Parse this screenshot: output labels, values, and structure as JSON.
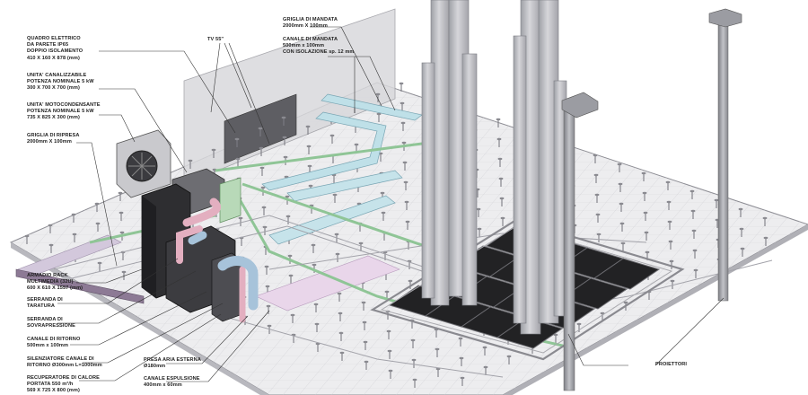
{
  "labels": {
    "quadro": [
      "QUADRO ELETTRICO",
      "DA PARETE IP65",
      "DOPPIO ISOLAMENTO",
      "410 X 160 X 878 (mm)"
    ],
    "unita_canal": [
      "UNITA' CANALIZZABILE",
      "POTENZA NOMINALE 5 kW",
      "300 X 700 X 700 (mm)"
    ],
    "unita_moto": [
      "UNITA' MOTOCONDENSANTE",
      "POTENZA NOMINALE 5 kW",
      "735 X 825 X 300 (mm)"
    ],
    "griglia_ripresa": [
      "GRIGLIA DI RIPRESA",
      "2000mm X 100mm"
    ],
    "tv": "TV 55\"",
    "griglia_mandata": [
      "GRIGLIA DI MANDATA",
      "2000mm X 100mm"
    ],
    "canale_mandata": [
      "CANALE DI MANDATA",
      "500mm x 100mm",
      "CON ISOLAZIONE sp. 12 mm"
    ],
    "armadio": [
      "ARMADIO RACK",
      "MULTIMEDIA (32U)",
      "600 X 610 X 1557 (mm)"
    ],
    "serranda_taratura": [
      "SERRANDA DI",
      "TARATURA"
    ],
    "serranda_sovra": [
      "SERRANDA DI",
      "SOVRAPRESSIONE"
    ],
    "canale_ritorno": [
      "CANALE DI RITORNO",
      "500mm x 100mm"
    ],
    "silenziatore": [
      "SILENZIATORE CANALE DI",
      "RITORNO Ø300mm L=1000mm"
    ],
    "recuperatore": [
      "RECUPERATORE DI CALORE",
      "PORTATA 550 m³/h",
      "569 X 725 X 800 (mm)"
    ],
    "presa": [
      "PRESA ARIA ESTERNA",
      "Ø180mm"
    ],
    "espulsione": [
      "CANALE ESPULSIONE",
      "400mm x 60mm"
    ],
    "proiettori": "PROIETTORI"
  },
  "colors": {
    "floor": "#ececee",
    "floor_edge": "#8d8d94",
    "tower": "#c4c4c8",
    "tower_shade": "#9c9ca2",
    "duct_supply": "#b9dde6",
    "duct_return": "#b9b9d0",
    "pink_pipe": "#e6b4c4",
    "green_pipe": "#9ccfa2",
    "panel_dark": "#262626",
    "leader": "#333333"
  }
}
